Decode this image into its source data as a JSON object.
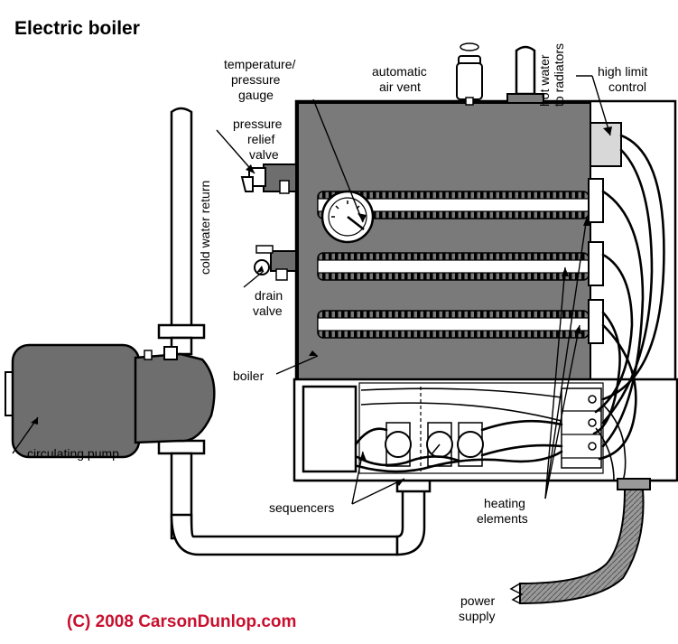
{
  "title": "Electric boiler",
  "copyright": "(C) 2008 CarsonDunlop.com",
  "colors": {
    "boiler_fill": "#7a7a7a",
    "pump_fill": "#6e6e6e",
    "copyright_red": "#c8102e",
    "stroke": "#000000"
  },
  "labels": {
    "temperature_pressure_gauge": [
      "temperature/",
      "pressure",
      "gauge"
    ],
    "automatic_air_vent": [
      "automatic",
      "air vent"
    ],
    "hot_water_to_radiators": [
      "hot water",
      "to radiators"
    ],
    "high_limit_control": [
      "high limit",
      "control"
    ],
    "pressure_relief_valve": [
      "pressure",
      "relief",
      "valve"
    ],
    "cold_water_return": "cold water return",
    "drain_valve": [
      "drain",
      "valve"
    ],
    "boiler": "boiler",
    "circulating_pump": "circulating pump",
    "sequencers": "sequencers",
    "heating_elements": [
      "heating",
      "elements"
    ],
    "power_supply": [
      "power",
      "supply"
    ]
  }
}
